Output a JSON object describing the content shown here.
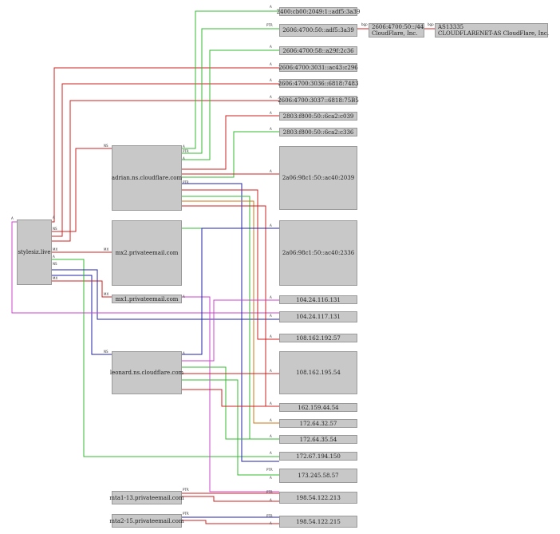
{
  "graph": {
    "domain_node": "stylesiz.live",
    "nameservers": [
      "adrian.ns.cloudflare.com",
      "leonard.ns.cloudflare.com"
    ],
    "mail_servers": [
      "mx2.privateemail.com",
      "mx1.privateemail.com"
    ],
    "ptr_hosts": [
      "mta1-13.privateemail.com",
      "mta2-15.privateemail.com"
    ],
    "ipv6": [
      "2400:cb00:2049:1::adf5:3a39",
      "2606:4700:50::adf5:3a39",
      "2606:4700:58::a29f:2c36",
      "2606:4700:3031::ac43:c296",
      "2606:4700:3036::6818:7483",
      "2606:4700:3037::6818:75B5",
      "2803:f800:50::6ca2:c039",
      "2803:f800:50::6ca2:c336",
      "2a06:98c1:50::ac40:2039",
      "2a06:98c1:50::ac40:2336"
    ],
    "ipv4": [
      "104.24.116.131",
      "104.24.117.131",
      "108.162.192.57",
      "108.162.195.54",
      "162.159.44.54",
      "172.64.32.57",
      "172.64.35.54",
      "172.67.194.150",
      "173.245.58.57",
      "198.54.122.213",
      "198.54.122.215"
    ],
    "prefix": {
      "line1": "2606:4700:50::/44",
      "line2": "CloudFlare, Inc."
    },
    "asn": {
      "line1": "AS13335",
      "line2": "CLOUDFLARENET-AS CloudFlare, Inc."
    },
    "edge_labels": {
      "a": "A",
      "ptr": "PTR",
      "mx": "MX",
      "ns": "NS",
      "bgp": "bgp"
    }
  },
  "colors": {
    "green": "#33bb33",
    "red": "#cc2222",
    "blue": "#2222aa",
    "magenta": "#cc44cc",
    "orange": "#cc7711",
    "node_fill": "#c8c8c8"
  }
}
